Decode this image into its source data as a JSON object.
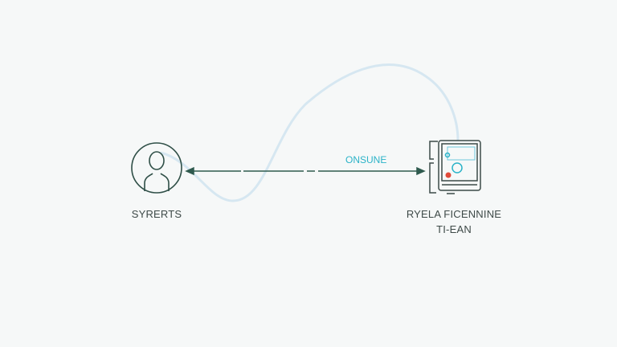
{
  "nodes": {
    "left": {
      "label": "SYRERTS",
      "icon": "user-icon"
    },
    "right": {
      "label_line1": "RYELA FICENNINE",
      "label_line2": "TI-EAN",
      "icon": "tablet-device-icon"
    }
  },
  "connection": {
    "label": "ONSUNE"
  },
  "colors": {
    "line": "#2f5a4e",
    "accent": "#2bb3c8",
    "curve": "#cfe3ef",
    "alert": "#e04a3a"
  }
}
